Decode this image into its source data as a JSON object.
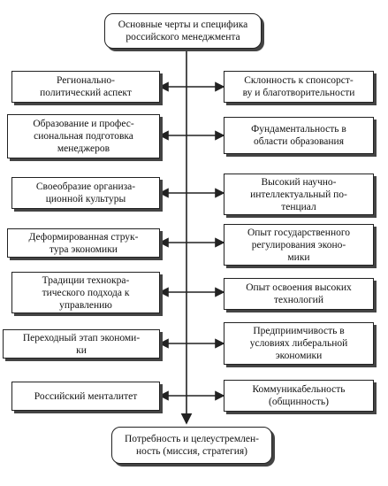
{
  "top": "Основные черты и специфика\nроссийского менеджмента",
  "bottom": "Потребность и целеустремлен-\nность (миссия, стратегия)",
  "left": [
    "Регионально-\nполитический аспект",
    "Образование и профес-\nсиональная подготовка\nменеджеров",
    "Своеобразие организа-\nционной культуры",
    "Деформированная струк-\nтура экономики",
    "Традиции технокра-\nтического подхода к\nуправлению",
    "Переходный этап экономи-\nки",
    "Российский менталитет"
  ],
  "right": [
    "Склонность к спонсорст-\nву и благотворительности",
    "Фундаментальность в\nобласти образования",
    "Высокий научно-\nинтеллектуальный по-\nтенциал",
    "Опыт государственного\nрегулирования эконо-\nмики",
    "Опыт освоения высоких\nтехнологий",
    "Предприимчивость в\nусловиях либеральной\nэкономики",
    "Коммуникабельность\n(общинность)"
  ]
}
